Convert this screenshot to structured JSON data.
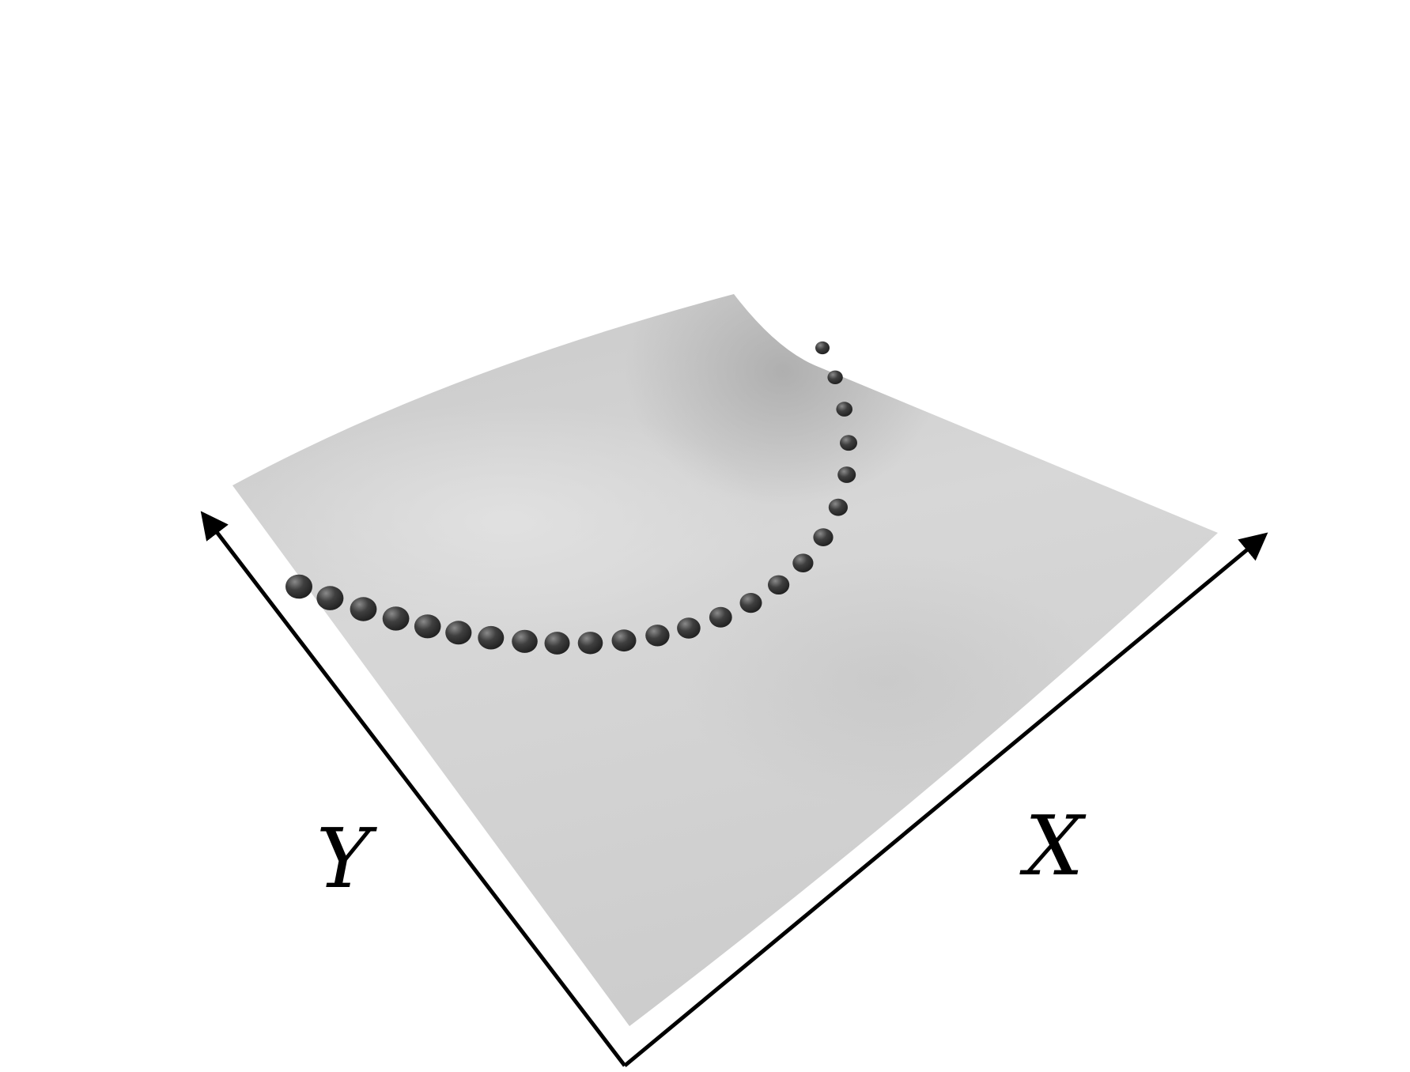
{
  "diagram": {
    "axes": [
      {
        "id": "y-axis",
        "label": "Y"
      },
      {
        "id": "x-axis",
        "label": "X"
      }
    ],
    "surface": {
      "shape": "curved sheet",
      "color": "#cfcfcf"
    },
    "trajectory": {
      "marker": "sphere",
      "color": "#404040",
      "point_count": 24
    },
    "colors": {
      "background": "#ffffff",
      "surface_light": "#dadada",
      "surface_dark": "#b5b5b5",
      "points": "#3a3a3a",
      "axes": "#000000"
    }
  }
}
